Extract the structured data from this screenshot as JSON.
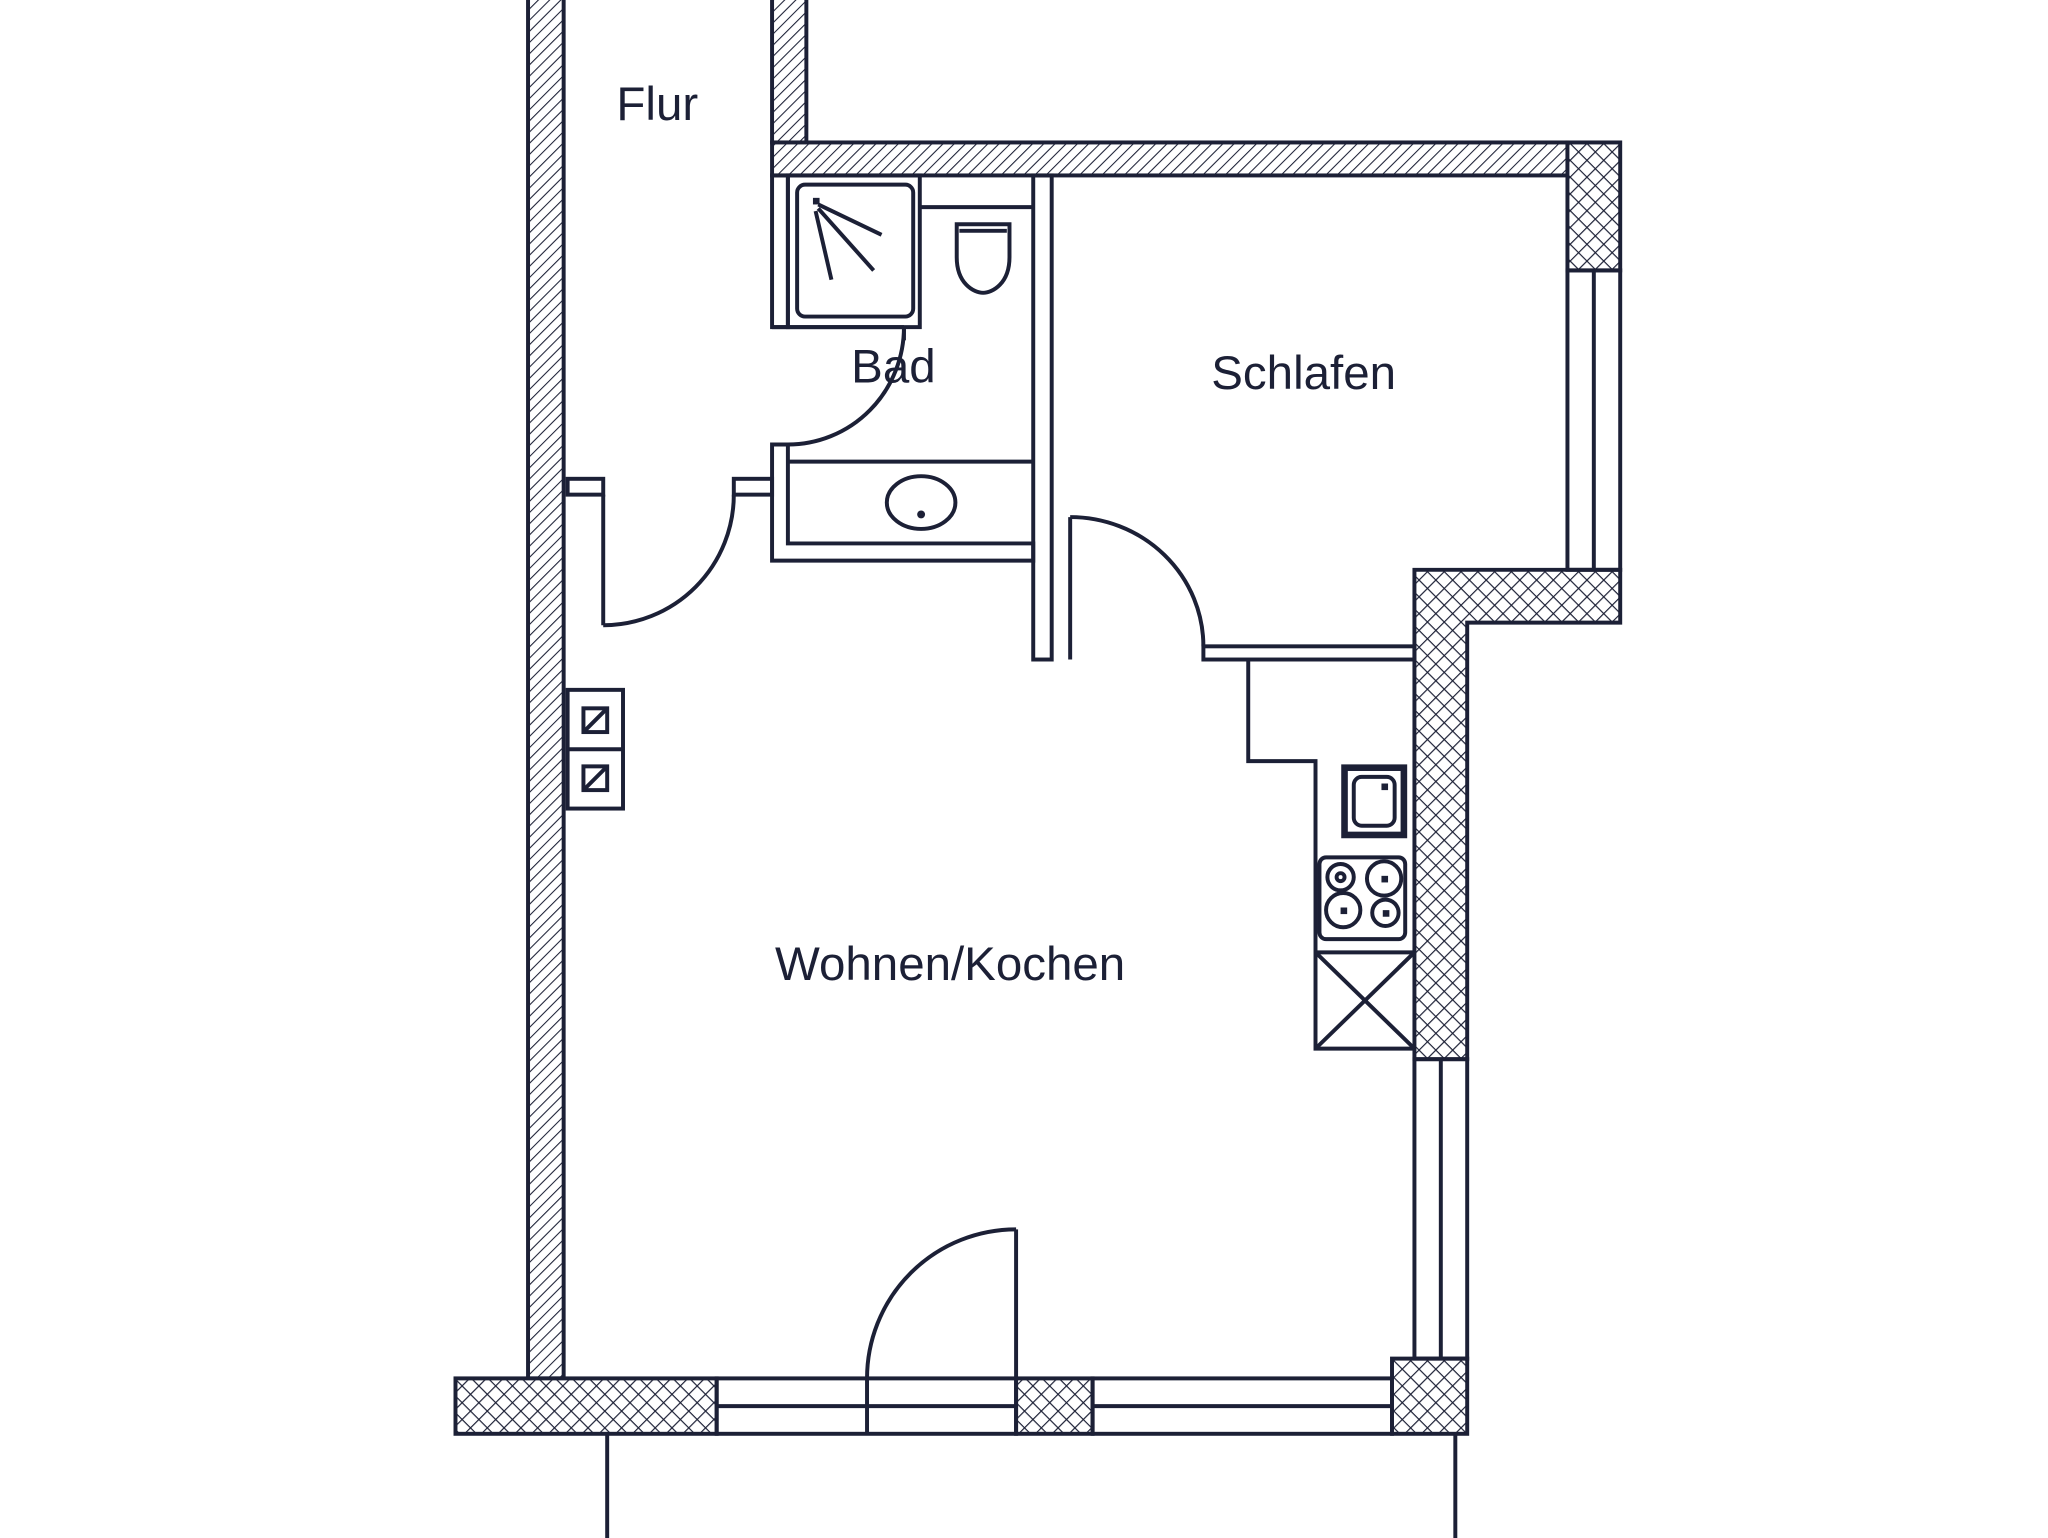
{
  "rooms": {
    "hallway": "Flur",
    "bathroom": "Bad",
    "bedroom": "Schlafen",
    "living_kitchen": "Wohnen/Kochen"
  },
  "colors": {
    "ink": "#1c2036",
    "background": "#ffffff"
  }
}
